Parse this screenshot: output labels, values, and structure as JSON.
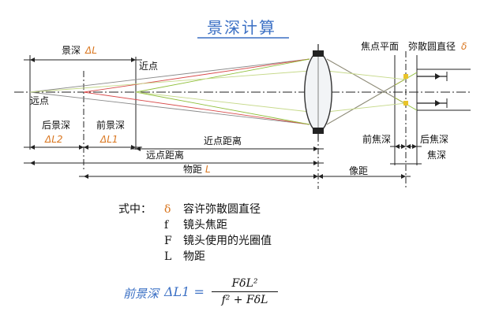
{
  "title": "景深计算",
  "labels": {
    "depth_of_field": "景深",
    "delta_L": "ΔL",
    "near_point_top": "近点",
    "near_point_left": "远点",
    "rear_dof": "后景深",
    "delta_L2": "ΔL2",
    "front_dof": "前景深",
    "delta_L1": "ΔL1",
    "near_point_distance": "近点距离",
    "far_point_distance": "远点距离",
    "object_distance": "物距",
    "L_symbol": "L",
    "image_distance": "像距",
    "focal_plane": "焦点平面",
    "circle_of_confusion": "弥散圆直径",
    "delta_symbol": "δ",
    "front_focal_depth": "前焦深",
    "rear_focal_depth": "后焦深",
    "focal_depth": "焦深"
  },
  "legend": {
    "lead": "式中：",
    "items": [
      {
        "symbol": "δ",
        "desc": "容许弥散圆直径"
      },
      {
        "symbol": "f",
        "desc": "镜头焦距"
      },
      {
        "symbol": "F",
        "desc": "镜头使用的光圈值"
      },
      {
        "symbol": "L",
        "desc": "物距"
      }
    ]
  },
  "formula": {
    "label": "前景深",
    "lhs": "ΔL1 =",
    "numerator": "FδL²",
    "denominator": "f² + FδL"
  },
  "colors": {
    "title": "#3a6fc4",
    "accent": "#d9761f",
    "ray_red": "#d84a4a",
    "ray_green": "#8fbf3a",
    "ray_lightgreen": "#c6d98a",
    "ray_grey": "#8a8a8a",
    "lens_fill": "#f2f4f6",
    "focal_yellow": "#e8c32a",
    "ink": "#111111"
  }
}
